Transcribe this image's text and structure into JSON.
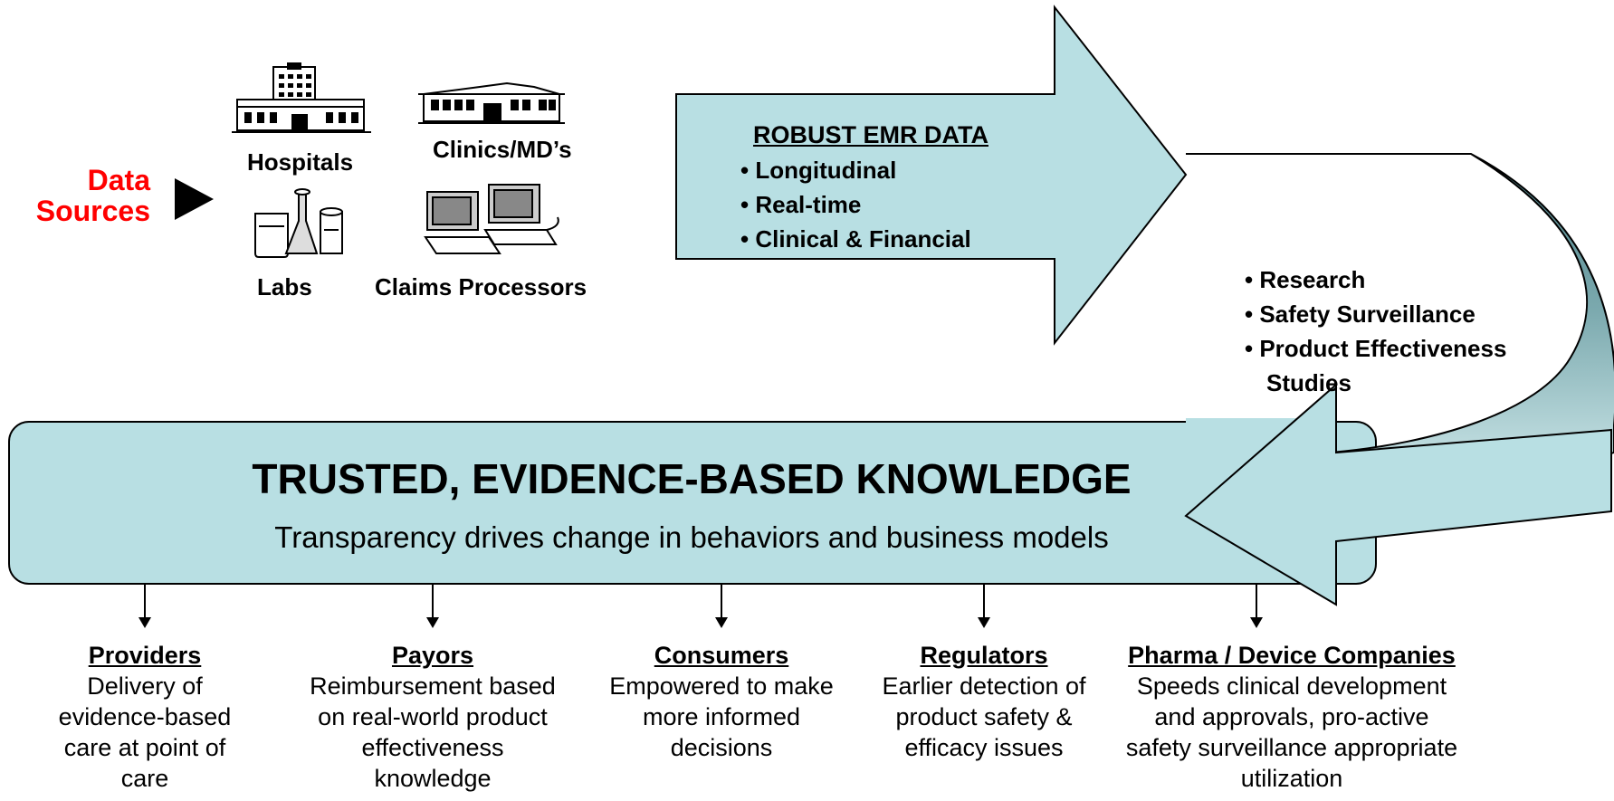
{
  "data_sources": {
    "label_line1": "Data",
    "label_line2": "Sources",
    "items": [
      {
        "label": "Hospitals",
        "icon": "hospital-icon"
      },
      {
        "label": "Clinics/MD’s",
        "icon": "clinic-icon"
      },
      {
        "label": "Labs",
        "icon": "lab-beakers-icon"
      },
      {
        "label": "Claims Processors",
        "icon": "computers-icon"
      }
    ]
  },
  "emr_arrow": {
    "title": "ROBUST EMR DATA",
    "bullets": [
      "• Longitudinal",
      "• Real-time",
      "• Clinical & Financial"
    ]
  },
  "uses": [
    "• Research",
    "• Safety Surveillance",
    "• Product Effectiveness",
    "Studies"
  ],
  "knowledge": {
    "title": "TRUSTED, EVIDENCE-BASED KNOWLEDGE",
    "subtitle": "Transparency drives change in behaviors and business models"
  },
  "stakeholders": [
    {
      "name": "Providers",
      "lines": [
        "Delivery of",
        "evidence-based",
        "care at point of",
        "care"
      ]
    },
    {
      "name": "Payors",
      "lines": [
        "Reimbursement based",
        "on real-world product",
        "effectiveness",
        "knowledge"
      ]
    },
    {
      "name": "Consumers",
      "lines": [
        "Empowered to make",
        "more informed",
        "decisions"
      ]
    },
    {
      "name": "Regulators",
      "lines": [
        "Earlier detection of",
        "product safety &",
        "efficacy issues"
      ]
    },
    {
      "name": "Pharma / Device Companies",
      "lines": [
        "Speeds clinical development",
        "and approvals, pro-active",
        "safety surveillance appropriate",
        "utilization"
      ]
    }
  ],
  "colors": {
    "arrow_fill": "#b8dfe3",
    "curve_dark": "#5b8f95",
    "curve_light": "#cfeaec",
    "data_sources_label": "#ff0000"
  }
}
